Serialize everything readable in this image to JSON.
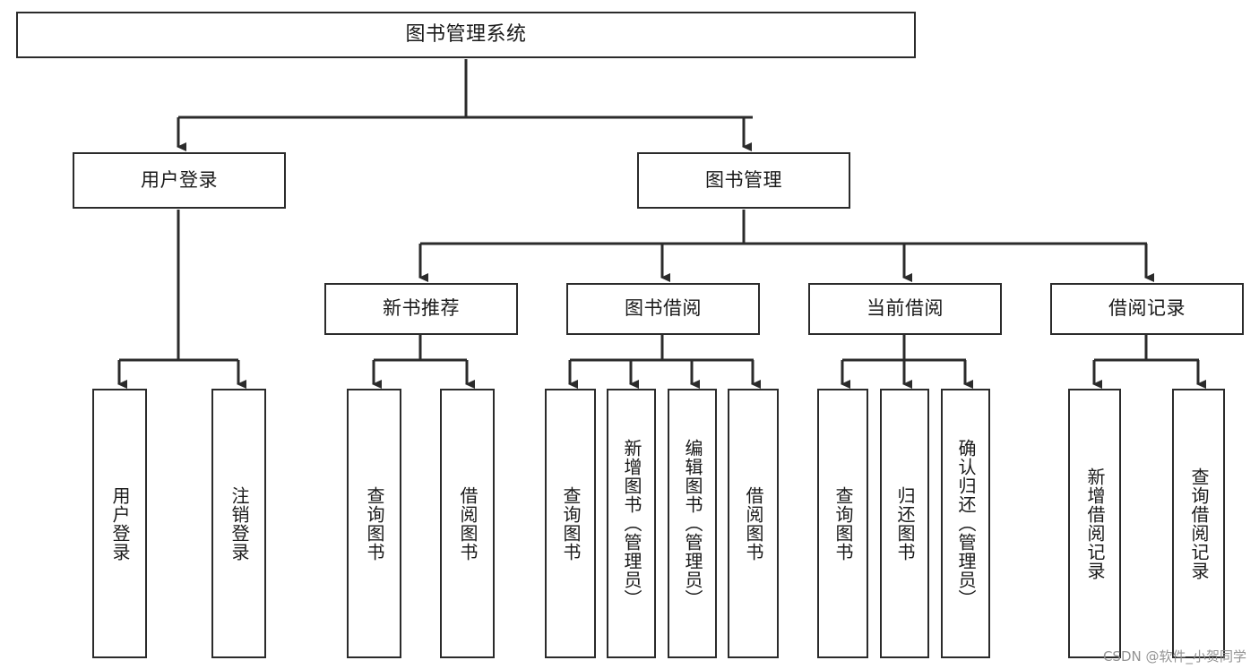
{
  "diagram": {
    "title": "图书管理系统",
    "type": "tree-hierarchy-chart",
    "watermark": "CSDN @软件_小贺同学",
    "colors": {
      "stroke": "#2b2b2b",
      "fill": "#ffffff",
      "text": "#1a1a1a",
      "watermark": "#8e8e8e"
    },
    "levels": {
      "root": {
        "label": "图书管理系统"
      },
      "level2": [
        {
          "id": "user-login",
          "label": "用户登录"
        },
        {
          "id": "book-manage",
          "label": "图书管理"
        }
      ],
      "level3": [
        {
          "id": "new-book-rec",
          "label": "新书推荐"
        },
        {
          "id": "book-borrow",
          "label": "图书借阅"
        },
        {
          "id": "current-borrow",
          "label": "当前借阅"
        },
        {
          "id": "borrow-record",
          "label": "借阅记录"
        }
      ],
      "leaves": {
        "user_login": [
          {
            "id": "leaf-user-login",
            "label": "用户登录"
          },
          {
            "id": "leaf-logout",
            "label": "注销登录"
          }
        ],
        "new_book_rec": [
          {
            "id": "leaf-query-book-1",
            "label": "查询图书"
          },
          {
            "id": "leaf-borrow-book-1",
            "label": "借阅图书"
          }
        ],
        "book_borrow": [
          {
            "id": "leaf-query-book-2",
            "label": "查询图书"
          },
          {
            "id": "leaf-add-book",
            "label": "新增图书（管理员）"
          },
          {
            "id": "leaf-edit-book",
            "label": "编辑图书（管理员）"
          },
          {
            "id": "leaf-borrow-book-2",
            "label": "借阅图书"
          }
        ],
        "current_borrow": [
          {
            "id": "leaf-query-book-3",
            "label": "查询图书"
          },
          {
            "id": "leaf-return-book",
            "label": "归还图书"
          },
          {
            "id": "leaf-confirm-return",
            "label": "确认归还（管理员）"
          }
        ],
        "borrow_record": [
          {
            "id": "leaf-add-record",
            "label": "新增借阅记录"
          },
          {
            "id": "leaf-query-record",
            "label": "查询借阅记录"
          }
        ]
      }
    }
  }
}
